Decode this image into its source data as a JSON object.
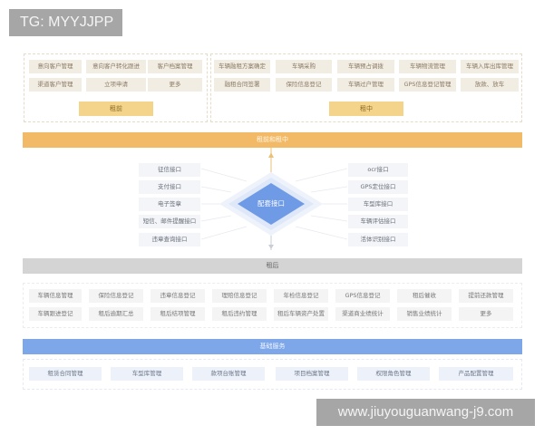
{
  "watermarks": {
    "top": "TG: MYYJJPP",
    "bottom": "www.jiuyouguanwang-j9.com"
  },
  "pre_lease": {
    "items": [
      [
        "意向客户管理",
        "意向客户转化跟进",
        "客户档案管理"
      ],
      [
        "渠道客户管理",
        "立项申请",
        "更多"
      ]
    ],
    "label": "租前"
  },
  "mid_lease": {
    "items": [
      [
        "车辆融租方案确定",
        "车辆采购",
        "车辆预占调拨",
        "车辆物流管理",
        "车辆入库出库管理"
      ],
      [
        "融租合同签署",
        "保险信息登记",
        "车辆过户管理",
        "GPS信息登记管理",
        "放款、放车"
      ]
    ],
    "label": "租中"
  },
  "bar_pre_mid": "租前和租中",
  "interfaces": {
    "center": "配套接口",
    "left": [
      "征信接口",
      "支付接口",
      "电子签章",
      "短信、邮件提醒接口",
      "违章查询接口"
    ],
    "right": [
      "ocr接口",
      "GPS定位接口",
      "车型库接口",
      "车辆评估接口",
      "活体识别接口"
    ]
  },
  "bar_post": "租后",
  "post_lease": {
    "items": [
      [
        "车辆信息管理",
        "保险信息登记",
        "违章信息登记",
        "理赔信息登记",
        "年检信息登记",
        "GPS信息登记",
        "租后催收",
        "提前还款管理"
      ],
      [
        "车辆跟进登记",
        "租后逾期汇总",
        "租后结项管理",
        "租后违约管理",
        "租后车辆资产处置",
        "渠道商业绩统计",
        "销售业绩统计",
        "更多"
      ]
    ]
  },
  "bar_base": "基础服务",
  "base_services": {
    "items": [
      "租赁合同管理",
      "车型库管理",
      "款项台账管理",
      "项目档案管理",
      "权限角色管理",
      "产品配置管理"
    ]
  },
  "colors": {
    "orange": "#f2b966",
    "gold": "#f3d48a",
    "blue": "#7ea7ea",
    "gray": "#d4d4d4",
    "diamond": "#6f9be6"
  }
}
